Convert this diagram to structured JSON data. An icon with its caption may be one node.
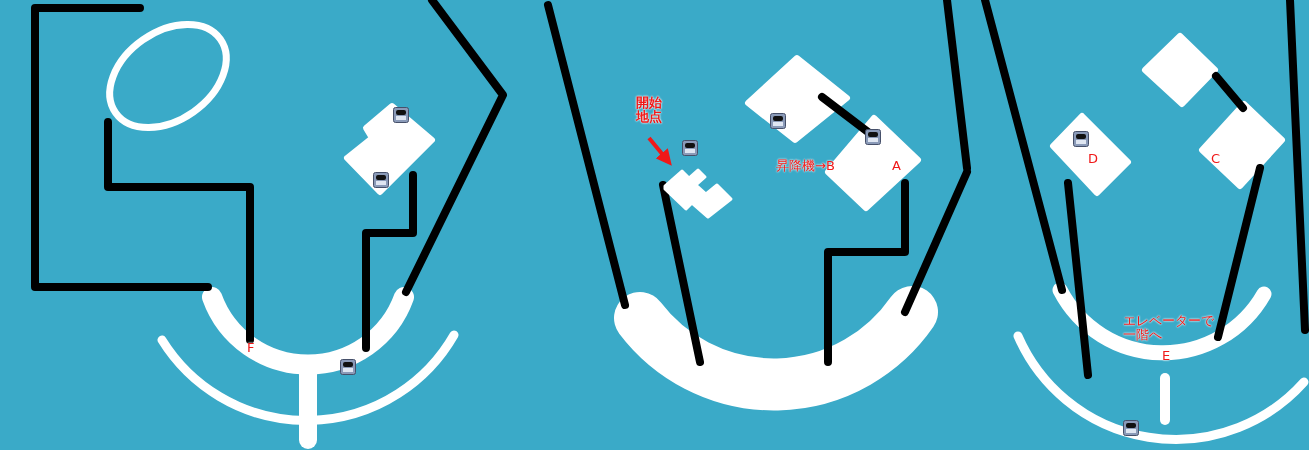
{
  "diagram": {
    "nodes": [
      {
        "text": [
          "開始地点"
        ]
      },
      {
        "text": [],
        "shape": "box"
      }
    ],
    "edges": [
      {
        "from": 0,
        "to": 1,
        "arrow": "to"
      }
    ],
    "labels": [
      "F",
      "昇降機→B",
      "A",
      "D",
      "C",
      "エレベーターで一階へ",
      "E"
    ]
  }
}
